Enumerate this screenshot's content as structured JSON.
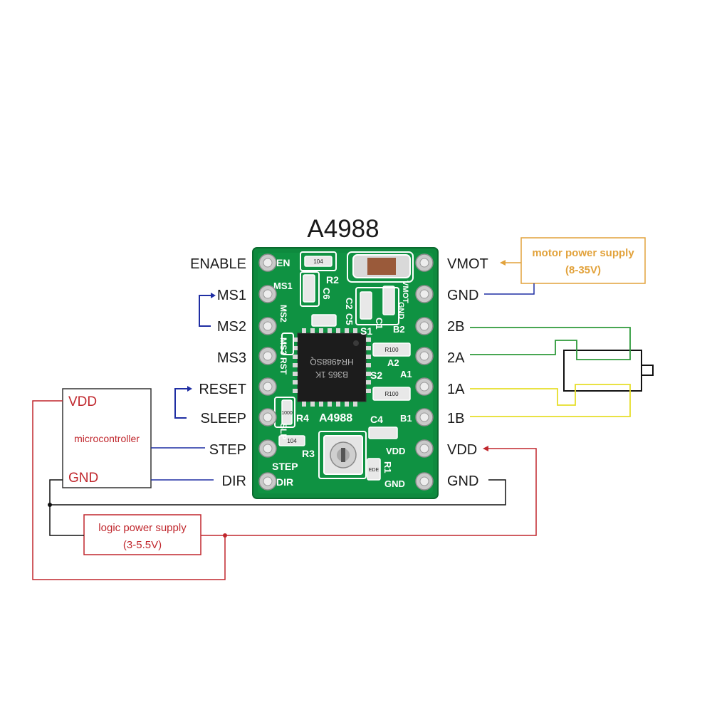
{
  "title": "A4988",
  "left_pins": [
    "ENABLE",
    "MS1",
    "MS2",
    "MS3",
    "RESET",
    "SLEEP",
    "STEP",
    "DIR"
  ],
  "right_pins": [
    "VMOT",
    "GND",
    "2B",
    "2A",
    "1A",
    "1B",
    "VDD",
    "GND"
  ],
  "motor_supply": {
    "line1": "motor power supply",
    "line2": "(8-35V)"
  },
  "microcontroller": {
    "vdd": "VDD",
    "name": "microcontroller",
    "gnd": "GND"
  },
  "logic_supply": {
    "line1": "logic power supply",
    "line2": "(3-5.5V)"
  },
  "board": {
    "left_silk": [
      "EN",
      "MS1",
      "MS2",
      "MS3",
      "RST",
      "SLP",
      "STEP",
      "DIR"
    ],
    "right_silk": [
      "VMOT",
      "GND",
      "B2",
      "A2",
      "A1",
      "B1",
      "VDD",
      "GND"
    ],
    "parts": [
      "R2",
      "C6",
      "C2",
      "C5",
      "C1",
      "S1",
      "S2",
      "R4",
      "R3",
      "R1",
      "C4"
    ],
    "resistor_codes": [
      "104",
      "104",
      "R100",
      "R100",
      "1000",
      "EDE"
    ],
    "chip_lines": [
      "B365 1K",
      "HR4988SQ"
    ],
    "board_label": "A4988"
  },
  "colors": {
    "motor_supply": "#e2a23b",
    "logic_supply": "#c0272d",
    "microstep_wire": "#1f2ea3",
    "coil_b": "#2e9a3a",
    "coil_a": "#e6de2a",
    "ground": "#111111",
    "pcb": "#0e8a3e"
  }
}
